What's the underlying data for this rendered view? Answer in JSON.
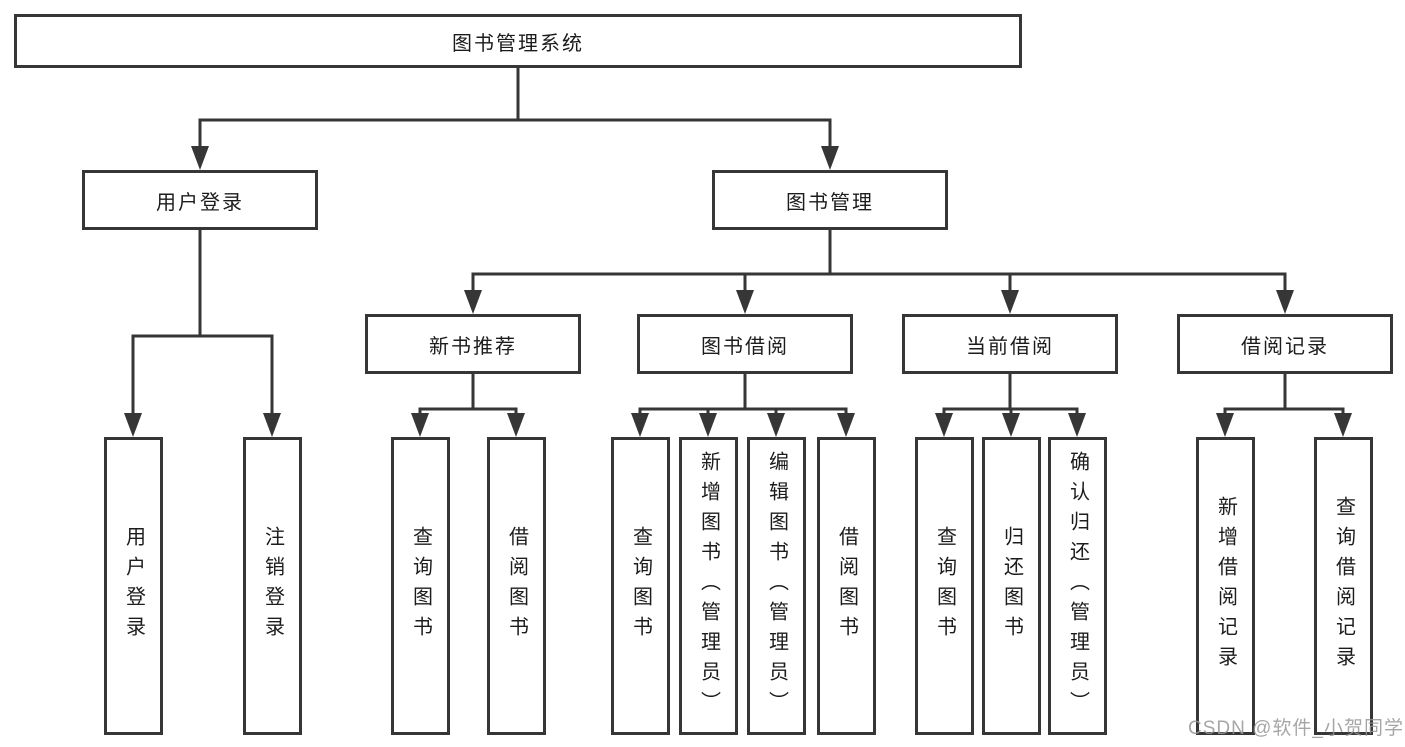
{
  "tree": {
    "root": {
      "label": "图书管理系统"
    },
    "children": [
      {
        "label": "用户登录",
        "children": [
          {
            "label": "用户登录"
          },
          {
            "label": "注销登录"
          }
        ]
      },
      {
        "label": "图书管理",
        "children": [
          {
            "label": "新书推荐",
            "children": [
              {
                "label": "查询图书"
              },
              {
                "label": "借阅图书"
              }
            ]
          },
          {
            "label": "图书借阅",
            "children": [
              {
                "label": "查询图书"
              },
              {
                "label": "新增图书（管理员）"
              },
              {
                "label": "编辑图书（管理员）"
              },
              {
                "label": "借阅图书"
              }
            ]
          },
          {
            "label": "当前借阅",
            "children": [
              {
                "label": "查询图书"
              },
              {
                "label": "归还图书"
              },
              {
                "label": "确认归还（管理员）"
              }
            ]
          },
          {
            "label": "借阅记录",
            "children": [
              {
                "label": "新增借阅记录"
              },
              {
                "label": "查询借阅记录"
              }
            ]
          }
        ]
      }
    ]
  },
  "watermark": {
    "text": "CSDN @软件_小贺同学"
  },
  "colors": {
    "line": "#363636",
    "box_fill": "#ffffff",
    "text": "#1c1c1c",
    "watermark": "#969696"
  }
}
